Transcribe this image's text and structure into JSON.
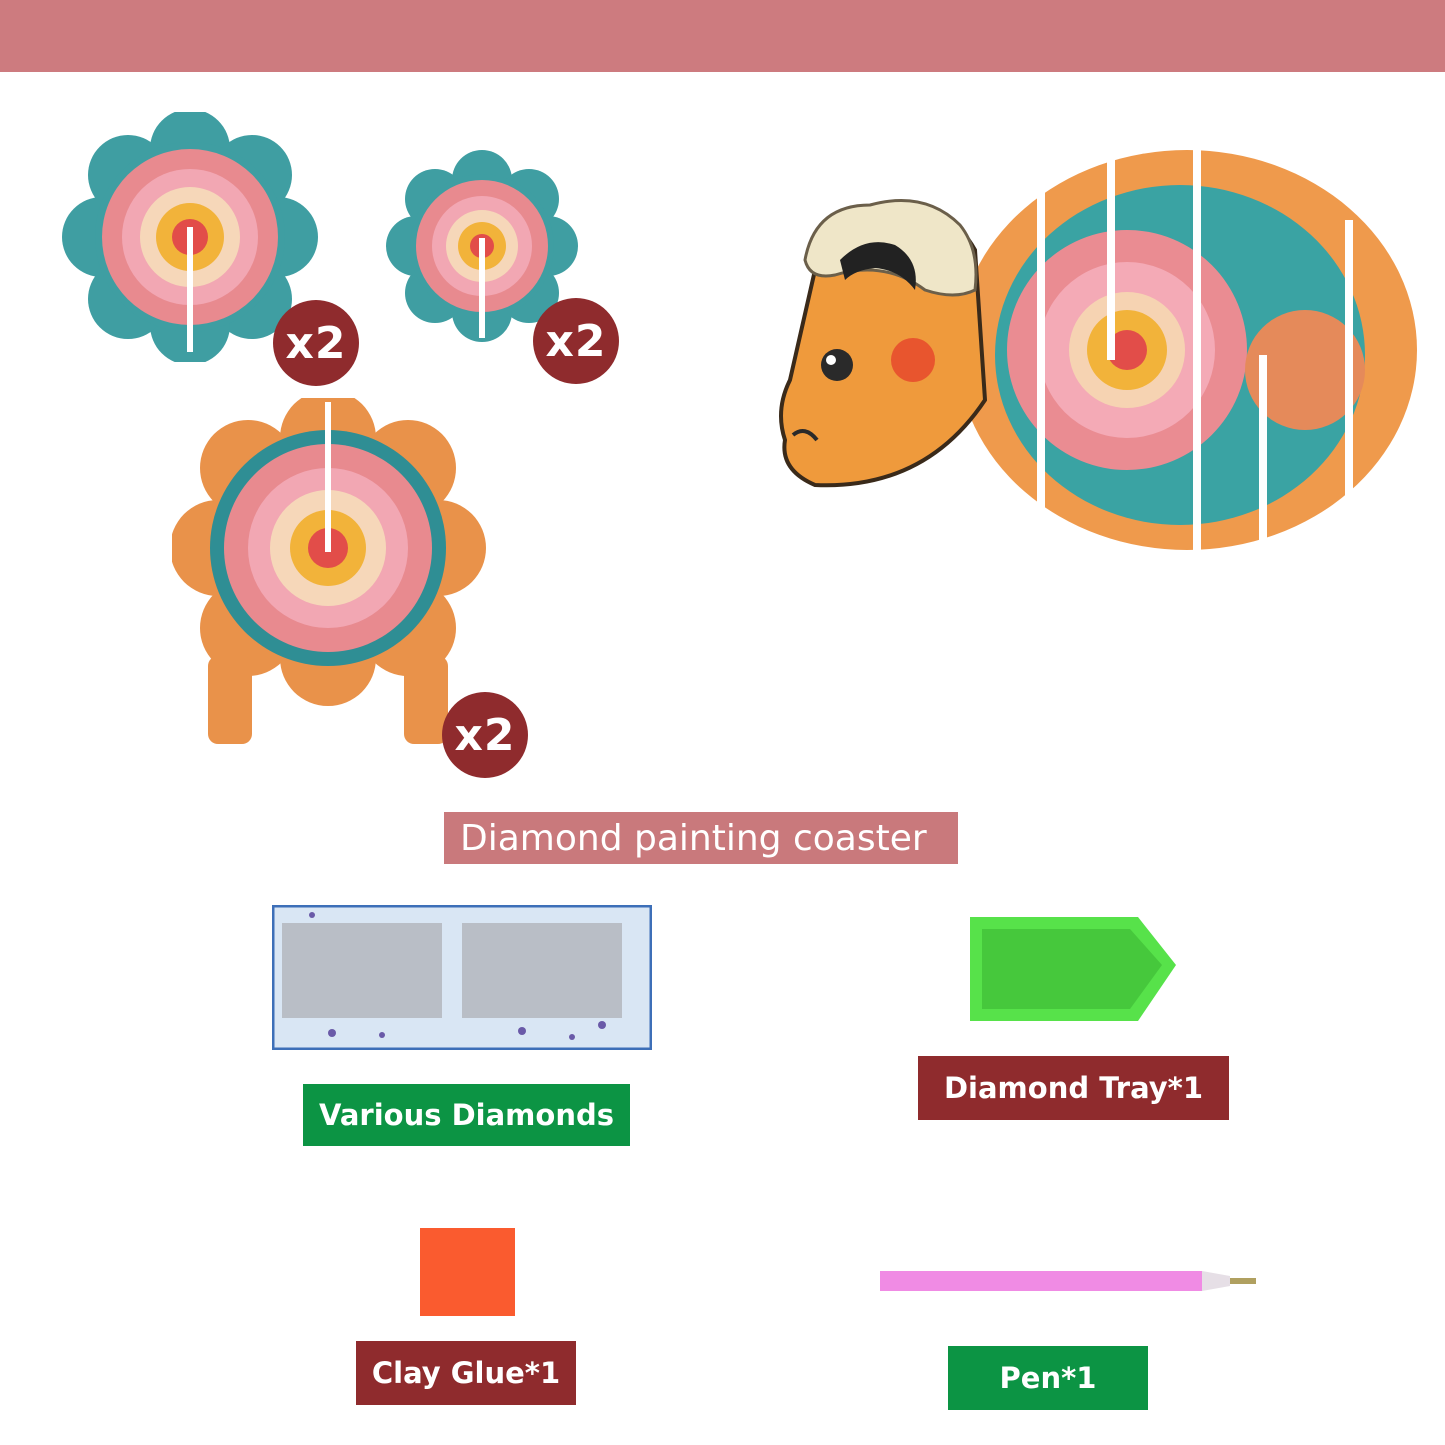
{
  "colors": {
    "top_band": "#cd7b7f",
    "badge": "#8f2b2d",
    "label_green": "#0c9444",
    "label_maroon": "#8f2b2d",
    "banner": "#c9797c"
  },
  "parts": [
    {
      "quantity": "x2"
    },
    {
      "quantity": "x2"
    },
    {
      "quantity": "x2"
    }
  ],
  "title": "Diamond painting coaster",
  "accessories": [
    {
      "label": "Various Diamonds"
    },
    {
      "label": "Diamond Tray*1"
    },
    {
      "label": "Clay Glue*1"
    },
    {
      "label": "Pen*1"
    }
  ]
}
